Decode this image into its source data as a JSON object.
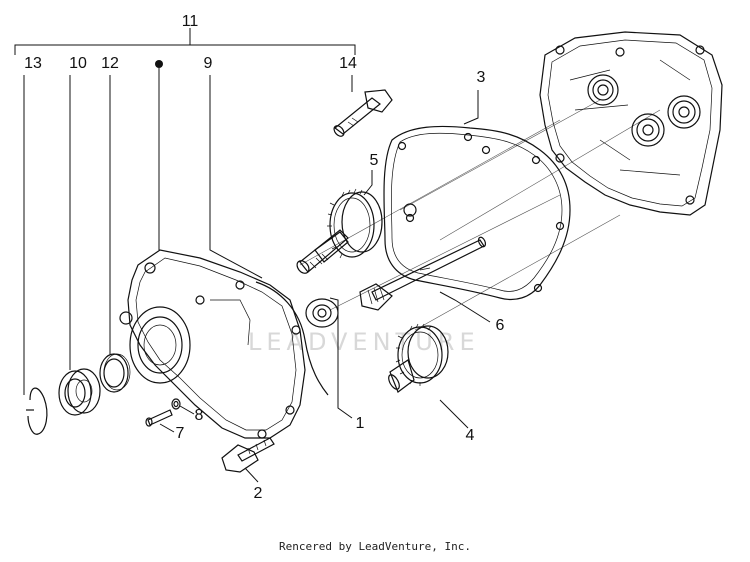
{
  "diagram": {
    "watermark": "LEADVENTURE",
    "footer": "Rencered by LeadVenture, Inc.",
    "callouts": {
      "c1": "1",
      "c2": "2",
      "c3": "3",
      "c4": "4",
      "c5": "5",
      "c6": "6",
      "c7": "7",
      "c8": "8",
      "c9": "9",
      "c10": "10",
      "c11": "11",
      "c12": "12",
      "c13": "13",
      "c14": "14"
    }
  }
}
